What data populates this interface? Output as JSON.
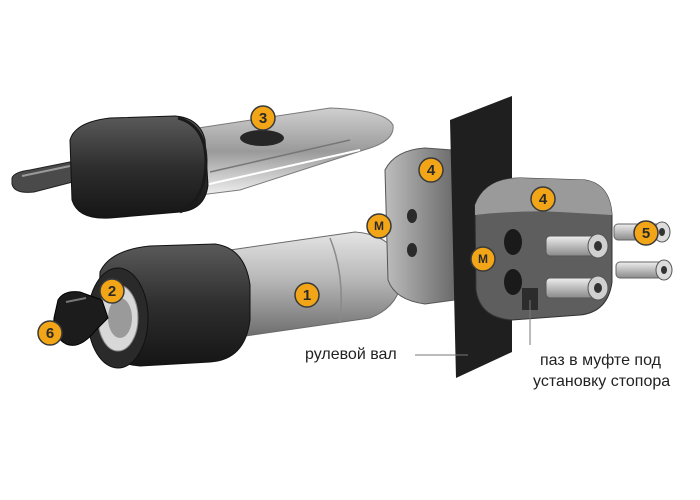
{
  "badges": {
    "b1": "1",
    "b2": "2",
    "b3": "3",
    "b4a": "4",
    "b4b": "4",
    "b5": "5",
    "b6": "6",
    "ma": "М",
    "mb": "М"
  },
  "labels": {
    "steering_shaft": "рулевой вал",
    "slot_line1": "паз в муфте под",
    "slot_line2": "установку стопора"
  },
  "colors": {
    "badge_fill": "#f2a516",
    "badge_stroke": "#3a3a3a",
    "panel": "#1f1f1f",
    "rubber": "#3b3b3b",
    "metal_light": "#dcdcdc",
    "metal_mid": "#a9a9a9"
  }
}
